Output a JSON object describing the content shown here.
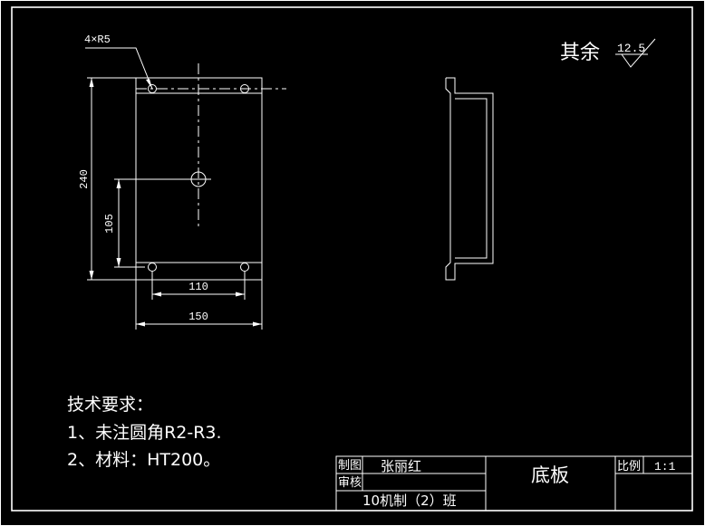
{
  "drawing": {
    "annotations": {
      "hole_callout": "4×R5",
      "roughness_note": "其余",
      "roughness_value": "12.5"
    },
    "dimensions": {
      "height_total": "240",
      "hole_height": "105",
      "hole_spacing": "110",
      "width_total": "150"
    },
    "technical_requirements": {
      "heading": "技术要求：",
      "items": [
        "1、未注圆角R2-R3.",
        "2、材料：HT200。"
      ]
    },
    "title_block": {
      "drawn_label": "制图",
      "drawn_by": "张丽红",
      "reviewed_label": "审核",
      "part_name": "底板",
      "scale_label": "比例",
      "scale_value": "1:1",
      "class_info": "10机制（2）班"
    }
  },
  "colors": {
    "background": "#000000",
    "lines": "#ffffff"
  }
}
